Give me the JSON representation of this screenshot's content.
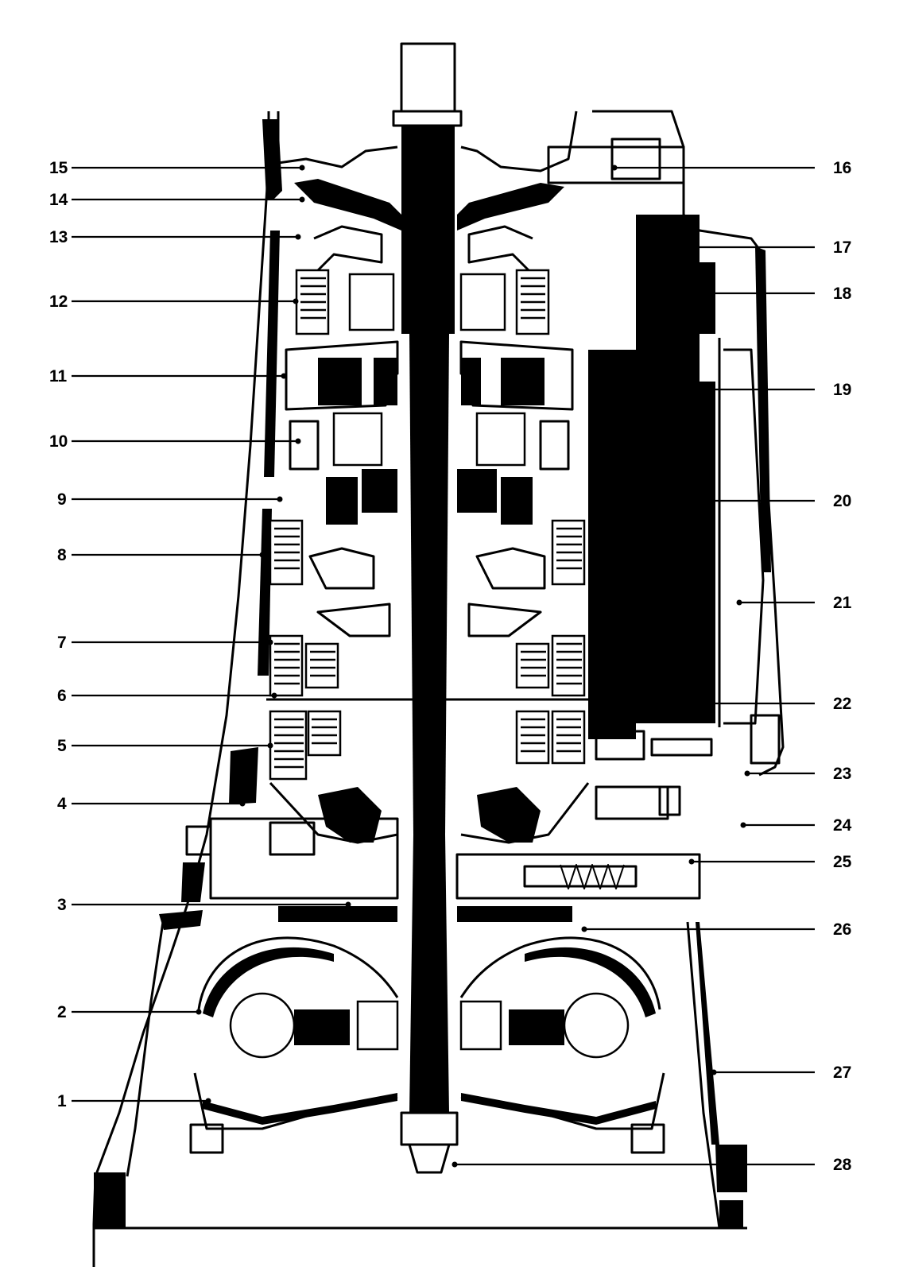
{
  "diagram": {
    "type": "sectional-drawing",
    "subject": "automatic transmission cross-section",
    "callouts": [
      {
        "id": "1",
        "label": "1"
      },
      {
        "id": "2",
        "label": "2"
      },
      {
        "id": "3",
        "label": "3"
      },
      {
        "id": "4",
        "label": "4"
      },
      {
        "id": "5",
        "label": "5"
      },
      {
        "id": "6",
        "label": "6"
      },
      {
        "id": "7",
        "label": "7"
      },
      {
        "id": "8",
        "label": "8"
      },
      {
        "id": "9",
        "label": "9"
      },
      {
        "id": "10",
        "label": "10"
      },
      {
        "id": "11",
        "label": "11"
      },
      {
        "id": "12",
        "label": "12"
      },
      {
        "id": "13",
        "label": "13"
      },
      {
        "id": "14",
        "label": "14"
      },
      {
        "id": "15",
        "label": "15"
      },
      {
        "id": "16",
        "label": "16"
      },
      {
        "id": "17",
        "label": "17"
      },
      {
        "id": "18",
        "label": "18"
      },
      {
        "id": "19",
        "label": "19"
      },
      {
        "id": "20",
        "label": "20"
      },
      {
        "id": "21",
        "label": "21"
      },
      {
        "id": "22",
        "label": "22"
      },
      {
        "id": "23",
        "label": "23"
      },
      {
        "id": "24",
        "label": "24"
      },
      {
        "id": "25",
        "label": "25"
      },
      {
        "id": "26",
        "label": "26"
      },
      {
        "id": "27",
        "label": "27"
      },
      {
        "id": "28",
        "label": "28"
      }
    ]
  }
}
